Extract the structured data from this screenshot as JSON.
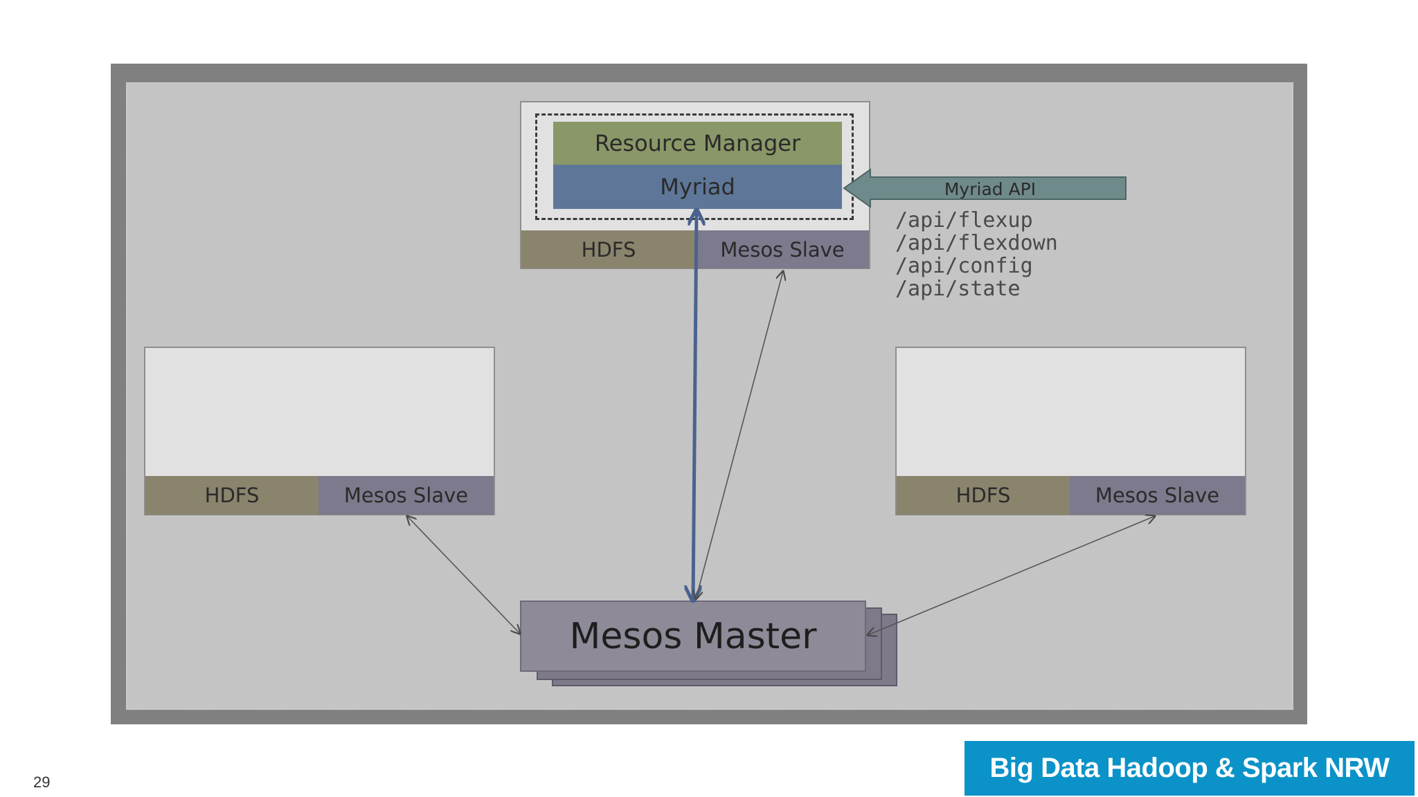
{
  "diagram": {
    "top_node": {
      "resource_manager": "Resource Manager",
      "myriad": "Myriad",
      "hdfs": "HDFS",
      "mesos_slave": "Mesos Slave"
    },
    "myriad_api": {
      "label": "Myriad API",
      "endpoints": [
        "/api/flexup",
        "/api/flexdown",
        "/api/config",
        "/api/state"
      ]
    },
    "left_node": {
      "hdfs": "HDFS",
      "mesos_slave": "Mesos Slave"
    },
    "right_node": {
      "hdfs": "HDFS",
      "mesos_slave": "Mesos Slave"
    },
    "mesos_master": "Mesos Master",
    "colors": {
      "resource_manager": "#8a9768",
      "myriad": "#5e7798",
      "hdfs": "#8a846d",
      "mesos_slave": "#7d7a8d",
      "mesos_master": "#8e8a98",
      "api_arrow": "#6f8a8a",
      "link_main": "#4b628f"
    }
  },
  "footer": {
    "page_number": "29",
    "brand": "Big Data Hadoop & Spark NRW",
    "brand_color": "#0b92c8"
  }
}
